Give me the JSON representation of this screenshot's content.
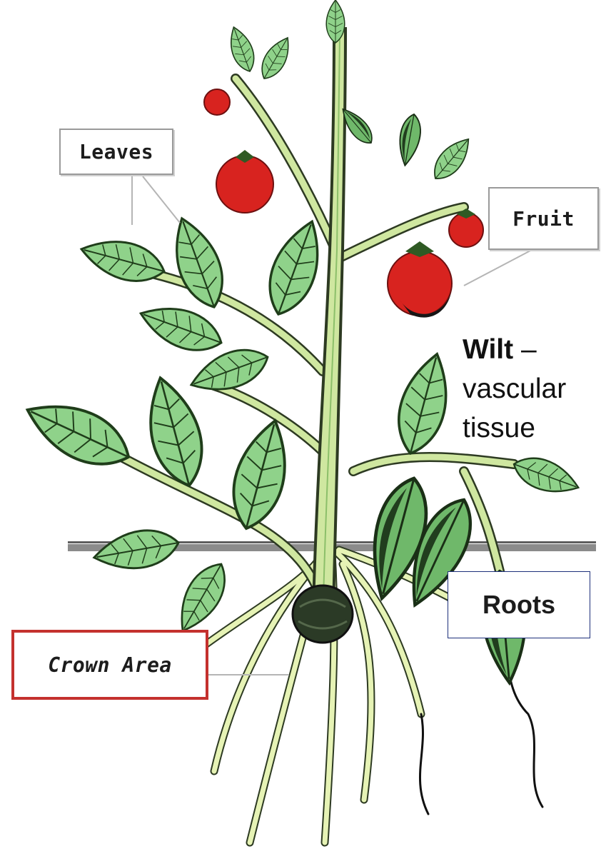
{
  "labels": {
    "leaves": "Leaves",
    "fruit": "Fruit",
    "crown": "Crown Area",
    "roots": "Roots"
  },
  "annotation": {
    "title": "Wilt",
    "dash": " –",
    "line1": "vascular",
    "line2": "tissue"
  },
  "colors": {
    "leaf_fill": "#8fd28a",
    "leaf_outline": "#1f3d1a",
    "stem": "#cfe7a0",
    "fruit_red": "#d8231f",
    "crown_dark": "#2b3a26",
    "crown_box_border": "#c4312e",
    "roots_box_border": "#1d2f7a"
  }
}
